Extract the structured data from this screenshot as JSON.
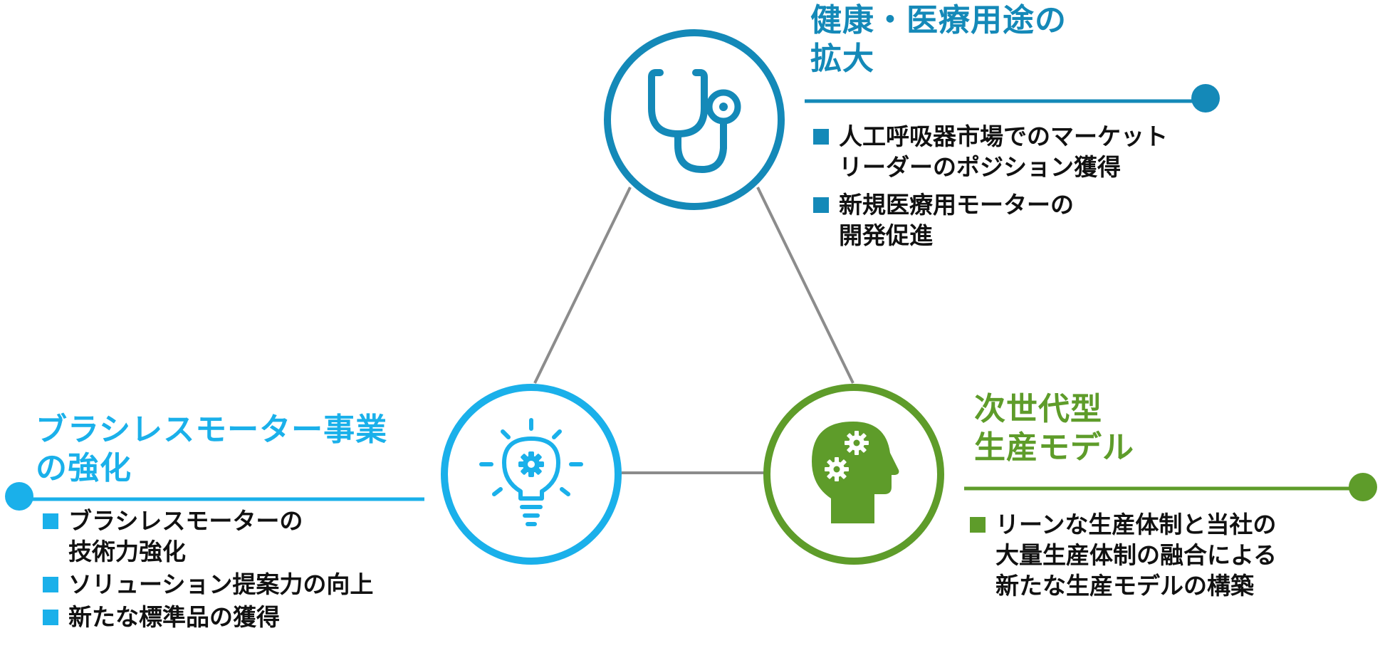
{
  "colors": {
    "health": "#1489b8",
    "brushless": "#1ab0ea",
    "production": "#5e9c2a",
    "connector": "#8c8c8c",
    "text": "#111111"
  },
  "nodes": {
    "health": {
      "icon": "stethoscope-icon",
      "title_lines": [
        "健康・医療用途の",
        "拡大"
      ],
      "bullets": [
        {
          "lines": [
            "人工呼吸器市場でのマーケット",
            "リーダーのポジション獲得"
          ]
        },
        {
          "lines": [
            "新規医療用モーターの",
            "開発促進"
          ]
        }
      ]
    },
    "brushless": {
      "icon": "lightbulb-gear-icon",
      "title_lines": [
        "ブラシレスモーター事業",
        "の強化"
      ],
      "bullets": [
        {
          "lines": [
            "ブラシレスモーターの",
            "技術力強化"
          ]
        },
        {
          "lines": [
            "ソリューション提案力の向上"
          ]
        },
        {
          "lines": [
            "新たな標準品の獲得"
          ]
        }
      ]
    },
    "production": {
      "icon": "head-gears-icon",
      "title_lines": [
        "次世代型",
        "生産モデル"
      ],
      "bullets": [
        {
          "lines": [
            "リーンな生産体制と当社の",
            "大量生産体制の融合による",
            "新たな生産モデルの構築"
          ]
        }
      ]
    }
  }
}
